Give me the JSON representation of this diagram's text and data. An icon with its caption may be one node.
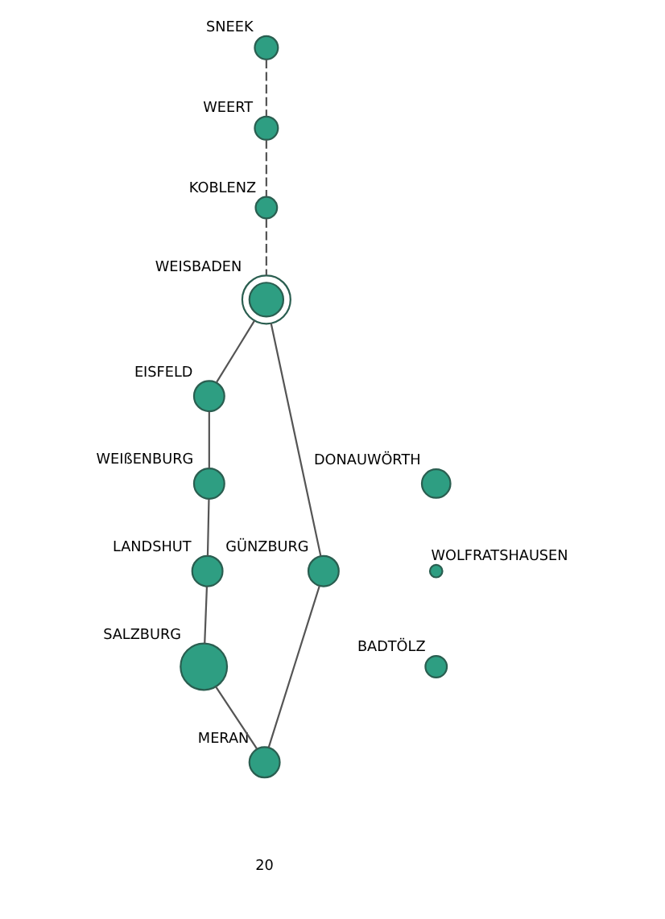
{
  "diagram": {
    "nodes": [
      {
        "text": [
          "SNEEK"
        ]
      },
      {
        "text": [
          "WEERT"
        ]
      },
      {
        "text": [
          "KOBLENZ"
        ]
      },
      {
        "text": [
          "EISFELD"
        ]
      },
      {
        "text": [
          "WEISBADEN"
        ]
      },
      {
        "text": [
          "WEIßENBURG"
        ]
      },
      {
        "text": [
          "DONAUWÖRTH"
        ]
      },
      {
        "text": [
          "LANDSHUT"
        ]
      },
      {
        "text": [
          "GÜNZBURG"
        ]
      },
      {
        "text": [
          "WOLFRATSHAUSEN"
        ]
      },
      {
        "text": [
          "SALZBURG"
        ]
      },
      {
        "text": [
          "BADTÖLZ"
        ]
      },
      {
        "text": [
          "MERAN"
        ]
      }
    ],
    "edges": [
      {
        "from": 0,
        "to": 1,
        "arrow": "none",
        "style": "dashed"
      },
      {
        "from": 1,
        "to": 2,
        "arrow": "none",
        "style": "dashed"
      },
      {
        "from": 2,
        "to": 4,
        "arrow": "none",
        "style": "dashed"
      },
      {
        "from": 4,
        "to": 3,
        "arrow": "none"
      },
      {
        "from": 3,
        "to": 5,
        "arrow": "none"
      },
      {
        "from": 4,
        "to": 8,
        "arrow": "none"
      },
      {
        "from": 5,
        "to": 7,
        "arrow": "none"
      },
      {
        "from": 7,
        "to": 10,
        "arrow": "none"
      },
      {
        "from": 10,
        "to": 12,
        "arrow": "none"
      },
      {
        "from": 8,
        "to": 12,
        "arrow": "none"
      }
    ],
    "labels": [
      "20"
    ]
  }
}
